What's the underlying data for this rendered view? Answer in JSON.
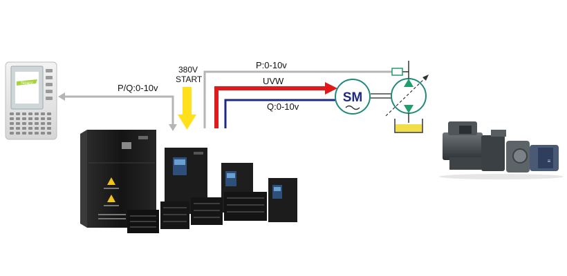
{
  "labels": {
    "controller_signal": "P/Q:0-10v",
    "power_voltage": "380V",
    "power_start": "START",
    "pressure_signal": "P:0-10v",
    "motor_phases": "UVW",
    "flow_signal": "Q:0-10v",
    "motor_symbol": "SM",
    "controller_logo": "Sipacc"
  },
  "colors": {
    "signal_line": "#b5b5b5",
    "power_arrow": "#ffe01a",
    "uvw_line": "#e01a1a",
    "flow_line": "#1c2a86",
    "pump_circle": "#1f8a7a",
    "pump_arrow": "#1f9d6b",
    "tank_fluid": "#f2de4a",
    "motor_text": "#1c2a86",
    "screen_green": "#a7d43b"
  },
  "icons": [
    "controller-icon",
    "inverter-cabinet-icon",
    "servo-motor-icon",
    "hydraulic-pump-icon",
    "oil-tank-icon",
    "servo-pump-unit-icon",
    "pressure-sensor-icon"
  ]
}
